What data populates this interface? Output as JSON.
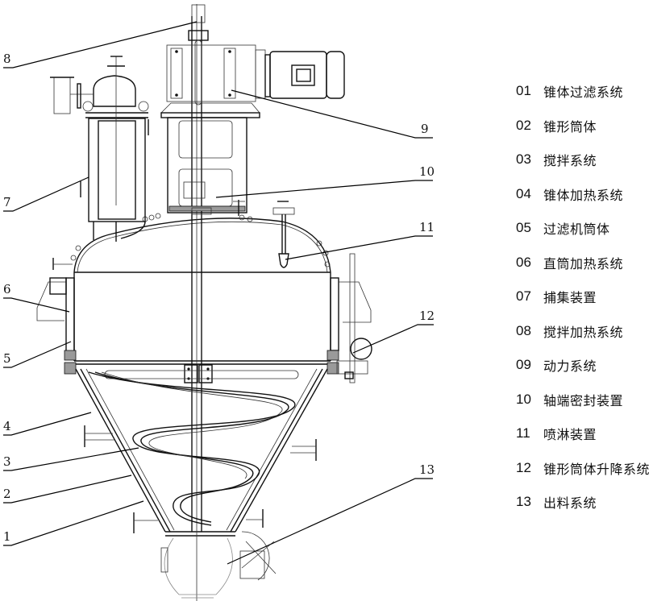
{
  "diagram": {
    "subject": "conical filter dryer assembly",
    "callouts": [
      {
        "number": "1"
      },
      {
        "number": "2"
      },
      {
        "number": "3"
      },
      {
        "number": "4"
      },
      {
        "number": "5"
      },
      {
        "number": "6"
      },
      {
        "number": "7"
      },
      {
        "number": "8"
      },
      {
        "number": "9"
      },
      {
        "number": "10"
      },
      {
        "number": "11"
      },
      {
        "number": "12"
      },
      {
        "number": "13"
      }
    ]
  },
  "legend": {
    "items": [
      {
        "code": "01",
        "label": "锥体过滤系统"
      },
      {
        "code": "02",
        "label": "锥形筒体"
      },
      {
        "code": "03",
        "label": "搅拌系统"
      },
      {
        "code": "04",
        "label": "锥体加热系统"
      },
      {
        "code": "05",
        "label": "过滤机筒体"
      },
      {
        "code": "06",
        "label": "直筒加热系统"
      },
      {
        "code": "07",
        "label": "捕集装置"
      },
      {
        "code": "08",
        "label": "搅拌加热系统"
      },
      {
        "code": "09",
        "label": "动力系统"
      },
      {
        "code": "10",
        "label": "轴端密封装置"
      },
      {
        "code": "11",
        "label": "喷淋装置"
      },
      {
        "code": "12",
        "label": "锥形筒体升降系统"
      },
      {
        "code": "13",
        "label": "出料系统"
      }
    ]
  }
}
